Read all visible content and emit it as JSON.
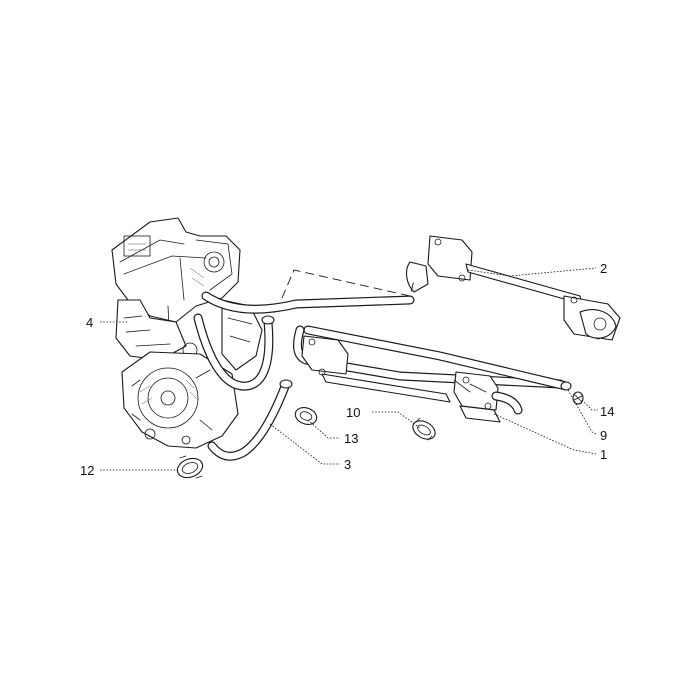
{
  "callouts": {
    "c1": "1",
    "c2": "2",
    "c3": "3",
    "c4": "4",
    "c9": "9",
    "c10": "10",
    "c12": "12",
    "c13": "13",
    "c14": "14"
  }
}
